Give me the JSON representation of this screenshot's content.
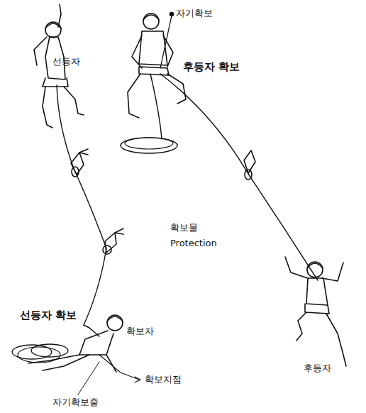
{
  "diagram": {
    "labels": [
      "자기확보",
      "선등자",
      "후등자 확보",
      "확보물",
      "Protection",
      "선등자 확보",
      "확보자",
      "후등자",
      "확보지점",
      "자기확보줄"
    ]
  }
}
